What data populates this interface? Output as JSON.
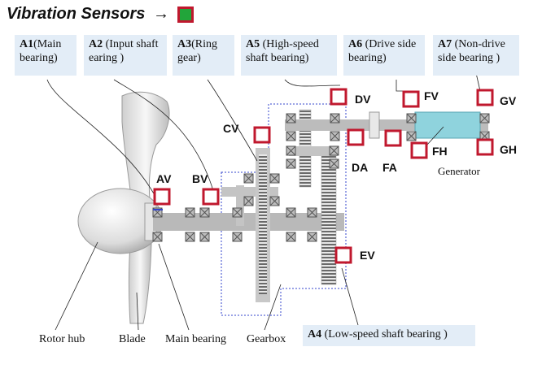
{
  "title": "Vibration Sensors",
  "title_arrow": "→",
  "colors": {
    "sensor_border": "#c0182e",
    "legend_fill": "#22a53a",
    "box_fill": "#e3edf7",
    "shaft": "#b9b9b9",
    "generator": "#8fd3dd",
    "gearbox_outline": "#3344cc"
  },
  "bearings": [
    {
      "id": "A1",
      "text": "(Main bearing)"
    },
    {
      "id": "A2",
      "text": " (Input shaft earing )"
    },
    {
      "id": "A3",
      "text": "(Ring gear)"
    },
    {
      "id": "A5",
      "text": " (High-speed shaft bearing)"
    },
    {
      "id": "A6",
      "text": " (Drive side bearing)"
    },
    {
      "id": "A7",
      "text": " (Non-drive side bearing )"
    },
    {
      "id": "A4",
      "text": " (Low-speed shaft bearing )"
    }
  ],
  "sensors": [
    "AV",
    "BV",
    "CV",
    "DV",
    "DA",
    "FV",
    "FA",
    "FH",
    "GV",
    "GH",
    "EV"
  ],
  "components": {
    "generator": "Generator",
    "rotor_hub": "Rotor hub",
    "blade": "Blade",
    "main_bearing": "Main bearing",
    "gearbox": "Gearbox"
  }
}
